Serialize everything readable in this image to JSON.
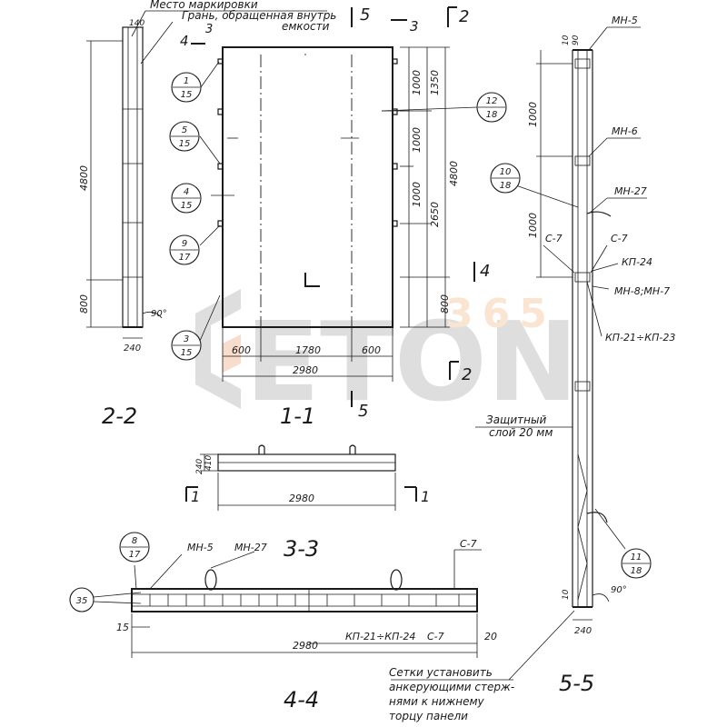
{
  "watermark": {
    "brand": "ETON",
    "number": "365",
    "colors": {
      "grey": "#9a9a9a",
      "orange": "#f0a060"
    }
  },
  "sections": {
    "s11": "1-1",
    "s22": "2-2",
    "s33": "3-3",
    "s44": "4-4",
    "s55": "5-5"
  },
  "cut_marks": {
    "c1": "1",
    "c2": "2",
    "c3": "3",
    "c4": "4",
    "c5": "5"
  },
  "notes": {
    "marking_place": "Место маркировки",
    "inner_face_l1": "Грань, обращенная внутрь",
    "inner_face_l2": "емкости",
    "protective_l1": "Защитный",
    "protective_l2": "слой 20 мм",
    "grids_l1": "Сетки установить",
    "grids_l2": "анкерующими стерж-",
    "grids_l3": "нями к нижнему",
    "grids_l4": "торцу панели"
  },
  "parts": {
    "mn5": "МН-5",
    "mn6": "МН-6",
    "mn27": "МН-27",
    "c7": "С-7",
    "kp24": "КП-24",
    "mn8mn7": "МН-8;МН-7",
    "kp21kp23": "КП-21÷КП-23",
    "kp21kp24": "КП-21÷КП-24"
  },
  "dimensions": {
    "d140": "140",
    "d4800": "4800",
    "d800": "800",
    "d240": "240",
    "d90deg": "90°",
    "d1000": "1000",
    "d1350": "1350",
    "d2650": "2650",
    "d600": "600",
    "d1780": "1780",
    "d2980": "2980",
    "d410": "410",
    "d10": "10",
    "d90": "90",
    "d15": "15",
    "d20": "20",
    "d35": "35"
  },
  "callouts": {
    "b1": {
      "top": "1",
      "bottom": "15"
    },
    "b5": {
      "top": "5",
      "bottom": "15"
    },
    "b4": {
      "top": "4",
      "bottom": "15"
    },
    "b9": {
      "top": "9",
      "bottom": "17"
    },
    "b3": {
      "top": "3",
      "bottom": "15"
    },
    "b12": {
      "top": "12",
      "bottom": "18"
    },
    "b10": {
      "top": "10",
      "bottom": "18"
    },
    "b8": {
      "top": "8",
      "bottom": "17"
    },
    "b11": {
      "top": "11",
      "bottom": "18"
    }
  }
}
